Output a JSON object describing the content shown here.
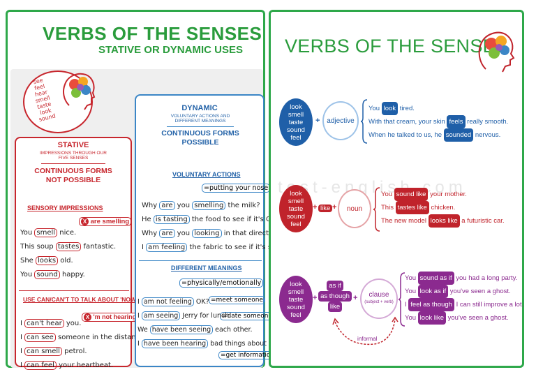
{
  "left": {
    "title": "VERBS OF THE SENSES",
    "subtitle": "STATIVE OR DYNAMIC USES",
    "senses": [
      "see",
      "feel",
      "hear",
      "smell",
      "taste",
      "look",
      "sound"
    ],
    "stative": {
      "title": "STATIVE",
      "sub": "IMPRESSIONS THROUGH OUR FIVE SENSES",
      "rule": "CONTINUOUS FORMS NOT POSSIBLE",
      "sec1": "SENSORY IMPRESSIONS",
      "wrong1": "are smelling",
      "ex1": [
        {
          "pre": "You ",
          "hl": "smell",
          "post": " nice."
        },
        {
          "pre": "This soup ",
          "hl": "tastes",
          "post": " fantastic."
        },
        {
          "pre": "She ",
          "hl": "looks",
          "post": " old."
        },
        {
          "pre": "You ",
          "hl": "sound",
          "post": " happy."
        }
      ],
      "sec2": "USE CAN/CAN'T TO TALK ABOUT 'NOW'",
      "wrong2": "'m not hearing",
      "ex2": [
        {
          "pre": "I ",
          "hl": "can't hear",
          "post": " you."
        },
        {
          "pre": "I ",
          "hl": "can see",
          "post": " someone in the distance."
        },
        {
          "pre": "I ",
          "hl": "can smell",
          "post": " petrol."
        },
        {
          "pre": "I ",
          "hl": "can feel",
          "post": " your heartbeat."
        }
      ]
    },
    "dynamic": {
      "title": "DYNAMIC",
      "sub": "VOLUNTARY ACTIONS AND DIFFERENT MEANINGS",
      "rule": "CONTINUOUS FORMS POSSIBLE",
      "sec1": "VOLUNTARY ACTIONS",
      "note1": "=putting your nose",
      "ex1": [
        {
          "a": "Why ",
          "h1": "are",
          "b": " you ",
          "h2": "smelling",
          "c": " the milk?"
        },
        {
          "a": "He ",
          "h1": "is tasting",
          "b": " the food to see if it's OK.",
          "h2": "",
          "c": ""
        },
        {
          "a": "Why ",
          "h1": "are",
          "b": " you ",
          "h2": "looking",
          "c": " in that direction?"
        },
        {
          "a": "I ",
          "h1": "am feeling",
          "b": " the fabric to see if it's soft.",
          "h2": "",
          "c": ""
        }
      ],
      "sec2": "DIFFERENT MEANINGS",
      "note2": "=physically/emotionally",
      "note3": "=meet someone",
      "note4": "=date someone",
      "note5": "=get information",
      "ex2": [
        {
          "a": "I ",
          "h1": "am not feeling",
          "b": " OK?"
        },
        {
          "a": "I ",
          "h1": "am seeing",
          "b": " Jerry for lunch."
        },
        {
          "a": "We ",
          "h1": "have been seeing",
          "b": " each other."
        },
        {
          "a": "I ",
          "h1": "have been hearing",
          "b": " bad things about him."
        }
      ]
    }
  },
  "right": {
    "title": "VERBS OF THE SENSES",
    "watermark": "test-english.com",
    "rows": [
      {
        "verbs": [
          "look",
          "smell",
          "taste",
          "sound",
          "feel"
        ],
        "color": "#1f5fa8",
        "word": "adjective",
        "examples": [
          {
            "pre": "You ",
            "hl": "look",
            "post": " tired."
          },
          {
            "pre": "With that cream, your skin ",
            "hl": "feels",
            "post": " really smooth."
          },
          {
            "pre": "When he talked to us, he ",
            "hl": "sounded",
            "post": " nervous."
          }
        ]
      },
      {
        "verbs": [
          "look",
          "smell",
          "taste",
          "sound",
          "feel"
        ],
        "color": "#c0232b",
        "like": "like",
        "word": "noun",
        "examples": [
          {
            "pre": "You ",
            "hl": "sound like",
            "post": " your mother."
          },
          {
            "pre": "This ",
            "hl": "tastes like",
            "post": " chicken."
          },
          {
            "pre": "The new model ",
            "hl": "looks like",
            "post": " a futuristic car."
          }
        ]
      },
      {
        "verbs": [
          "look",
          "smell",
          "taste",
          "sound",
          "feel"
        ],
        "color": "#8b2a8f",
        "conj": [
          "as if",
          "as though",
          "like"
        ],
        "word": "clause",
        "word_sub": "(subject + verb)",
        "informal": "informal",
        "examples": [
          {
            "pre": "You ",
            "hl": "sound as if",
            "post": " you had a long party."
          },
          {
            "pre": "You ",
            "hl": "look as if",
            "post": " you've seen a ghost."
          },
          {
            "pre": "I ",
            "hl": "feel as though",
            "post": " I can still improve a lot."
          },
          {
            "pre": "You ",
            "hl": "look like",
            "post": " you've seen a ghost."
          }
        ]
      }
    ]
  }
}
